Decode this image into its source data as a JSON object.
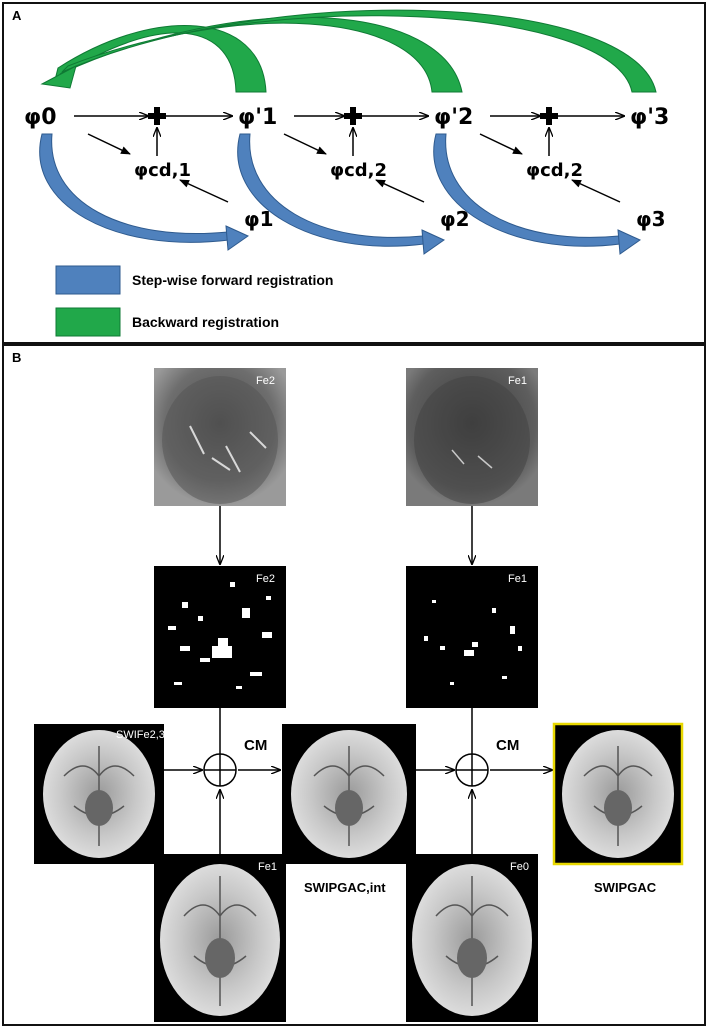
{
  "panel_a": {
    "letter": "A",
    "nodes": {
      "phi0": "φ0",
      "phi1p": "φ'1",
      "phi2p": "φ'2",
      "phi3p": "φ'3",
      "phi1": "φ1",
      "phi2": "φ2",
      "phi3": "φ3",
      "cd1": "φcd,1",
      "cd2a": "φcd,2",
      "cd2b": "φcd,2"
    },
    "legend": {
      "forward": "Step-wise forward registration",
      "backward": "Backward registration"
    },
    "colors": {
      "forward": "#4f81bd",
      "backward": "#21a84a"
    }
  },
  "panel_b": {
    "letter": "B",
    "images": {
      "top_left": "Fe2",
      "top_right": "Fe1",
      "mid_left": "Fe2",
      "mid_right": "Fe1",
      "swi_left": "SWIFe2,3",
      "swi_mid": "SWIPGAC,int",
      "swi_right": "SWIPGAC",
      "bot_left": "Fe1",
      "bot_right": "Fe0"
    },
    "cm_label": "CM",
    "highlight_color": "#e8d800"
  }
}
